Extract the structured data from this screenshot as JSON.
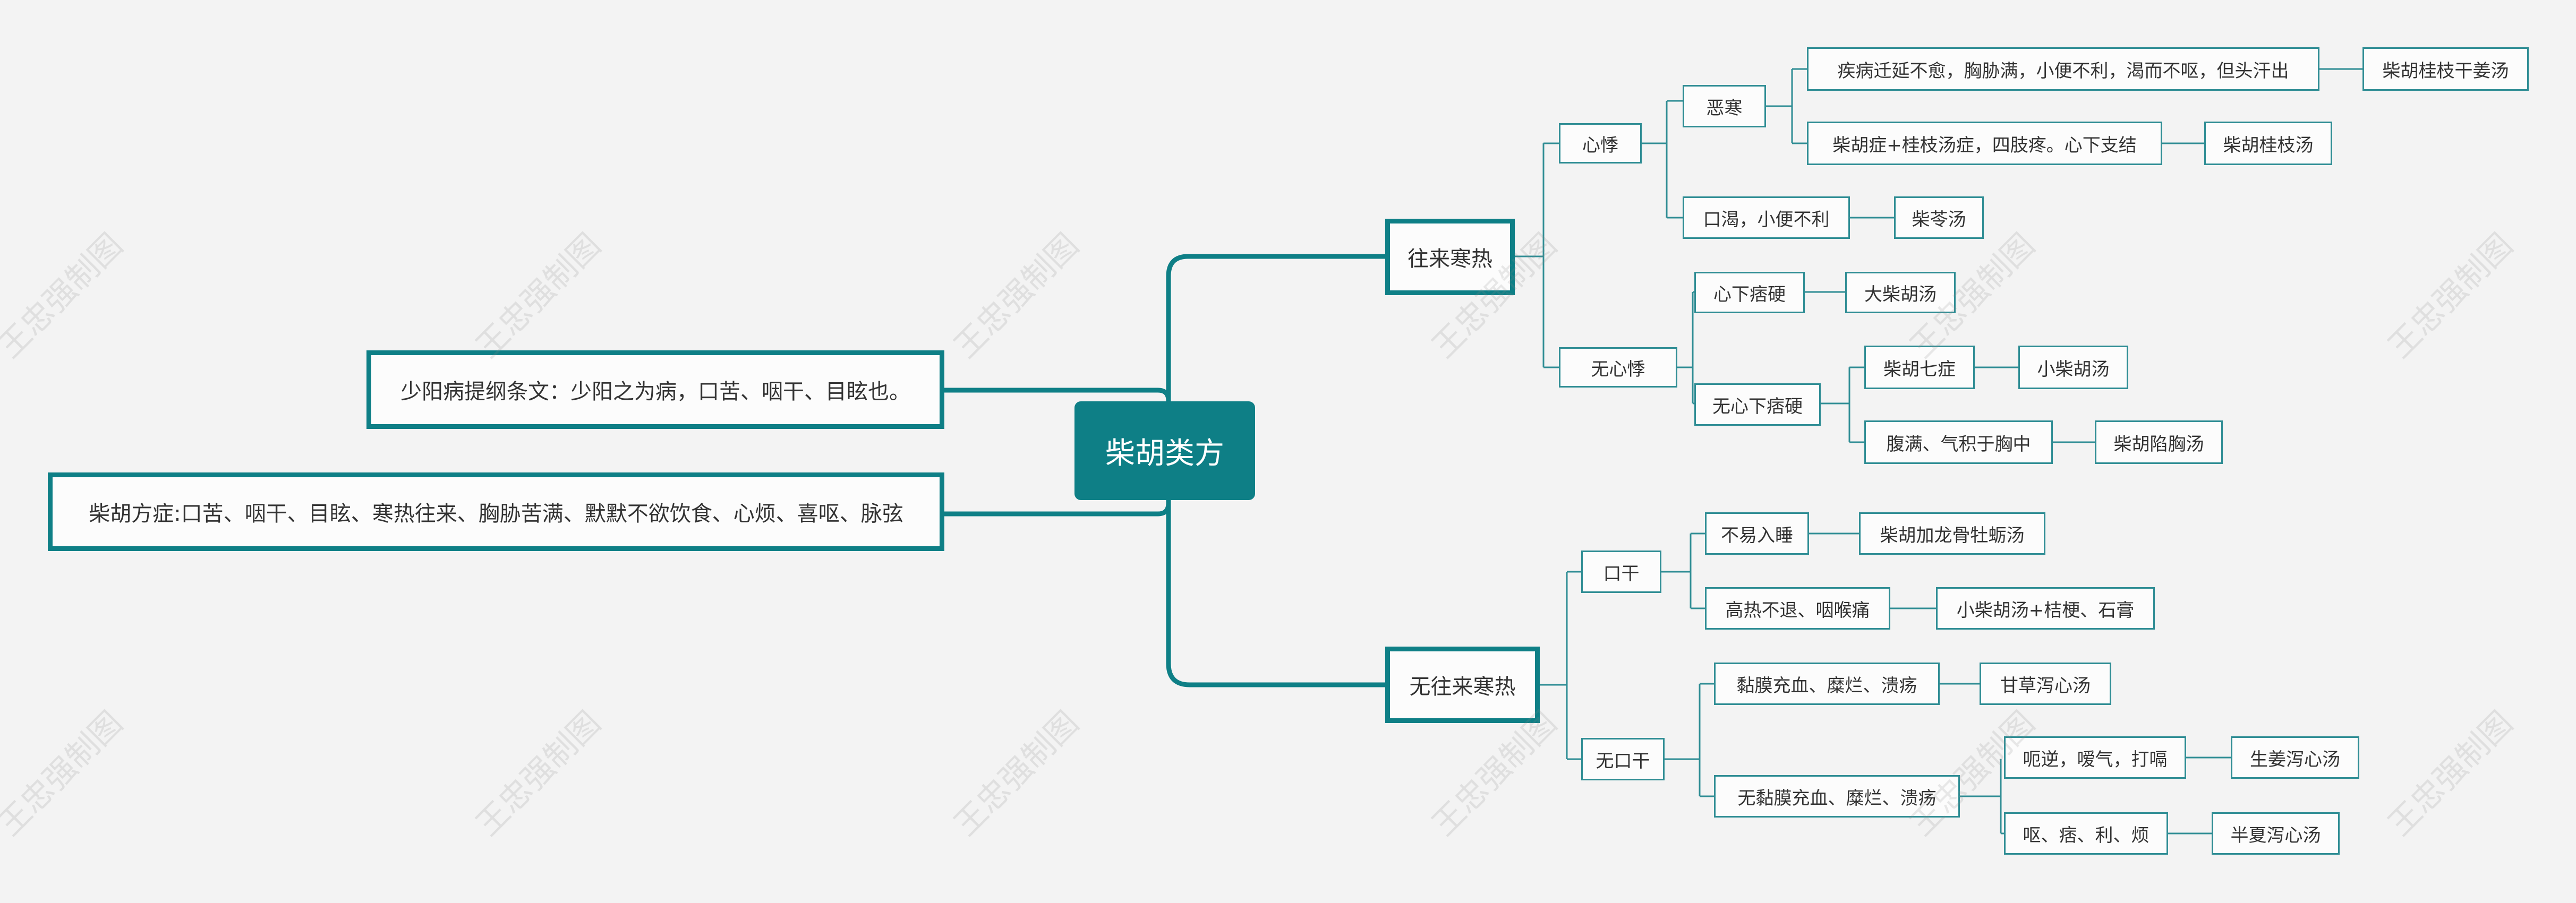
{
  "watermark": "王忠强制图",
  "colors": {
    "primary": "#0e7f86",
    "sub_border": "#2f8d94",
    "background": "#f3f3f3"
  },
  "map": {
    "root": "柴胡类方",
    "left": [
      "少阳病提纲条文：少阳之为病，口苦、咽干、目眩也。",
      "柴胡方症:口苦、咽干、目眩、寒热往来、胸胁苦满、默默不欲饮食、心烦、喜呕、脉弦"
    ],
    "right": [
      {
        "label": "往来寒热",
        "children": [
          {
            "label": "心悸",
            "children": [
              {
                "label": "恶寒",
                "children": [
                  {
                    "label": "疾病迁延不愈，胸胁满，小便不利，渴而不呕，但头汗出",
                    "result": "柴胡桂枝干姜汤"
                  },
                  {
                    "label": "柴胡症+桂枝汤症，四肢疼。心下支结",
                    "result": "柴胡桂枝汤"
                  }
                ]
              },
              {
                "label": "口渴，小便不利",
                "result": "柴苓汤"
              }
            ]
          },
          {
            "label": "无心悸",
            "children": [
              {
                "label": "心下痞硬",
                "result": "大柴胡汤"
              },
              {
                "label": "无心下痞硬",
                "children": [
                  {
                    "label": "柴胡七症",
                    "result": "小柴胡汤"
                  },
                  {
                    "label": "腹满、气积于胸中",
                    "result": "柴胡陷胸汤"
                  }
                ]
              }
            ]
          }
        ]
      },
      {
        "label": "无往来寒热",
        "children": [
          {
            "label": "口干",
            "children": [
              {
                "label": "不易入睡",
                "result": "柴胡加龙骨牡蛎汤"
              },
              {
                "label": "高热不退、咽喉痛",
                "result": "小柴胡汤+桔梗、石膏"
              }
            ]
          },
          {
            "label": "无口干",
            "children": [
              {
                "label": "黏膜充血、糜烂、溃疡",
                "result": "甘草泻心汤"
              },
              {
                "label": "无黏膜充血、糜烂、溃疡",
                "children": [
                  {
                    "label": "呃逆，嗳气，打嗝",
                    "result": "生姜泻心汤"
                  },
                  {
                    "label": "呕、痞、利、烦",
                    "result": "半夏泻心汤"
                  }
                ]
              }
            ]
          }
        ]
      }
    ]
  }
}
